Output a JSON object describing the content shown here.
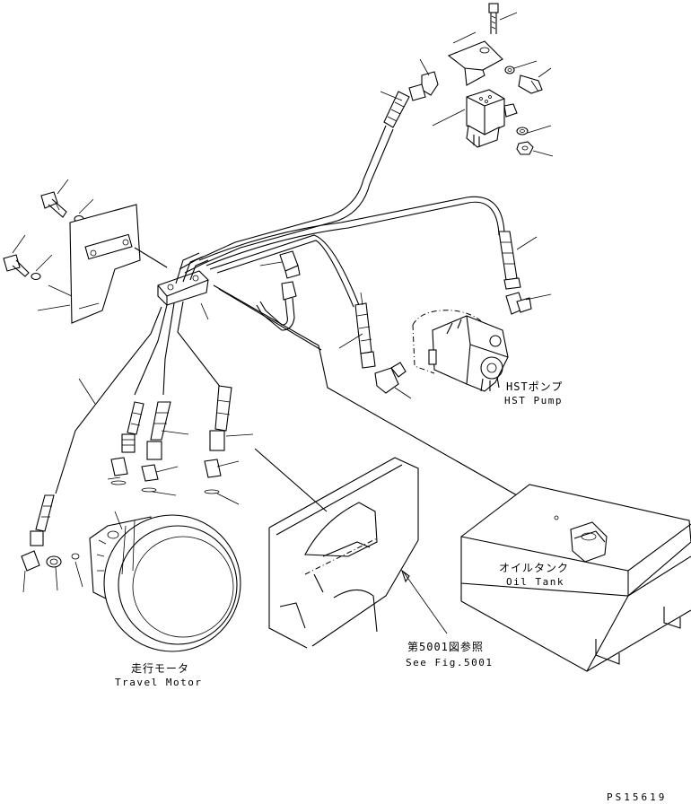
{
  "labels": {
    "hst_pump_jp": "HSTポンプ",
    "hst_pump_en": "HST Pump",
    "oil_tank_jp": "オイルタンク",
    "oil_tank_en": "Oil Tank",
    "see_fig_jp": "第5001図参照",
    "see_fig_en": "See Fig.5001",
    "travel_motor_jp": "走行モータ",
    "travel_motor_en": "Travel Motor",
    "drawing_code": "PS15619"
  }
}
